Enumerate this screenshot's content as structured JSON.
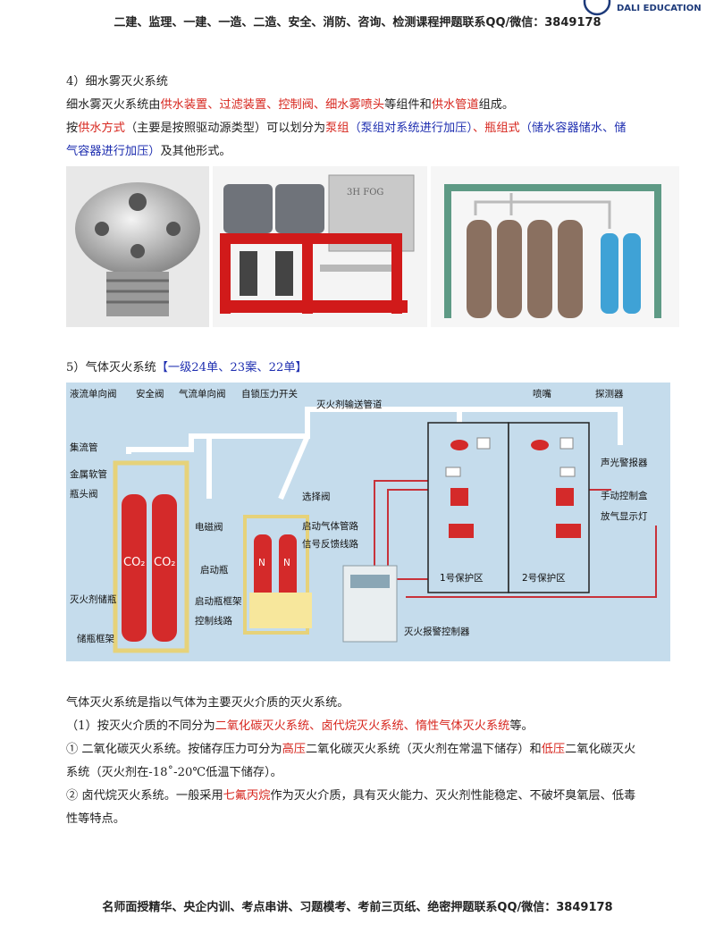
{
  "header": {
    "text": "二建、监理、一建、一造、二造、安全、消防、咨询、检测课程押题联系QQ/微信：3849178",
    "logo_text": "DALI EDUCATION"
  },
  "section4": {
    "title": "4）细水雾灭火系统",
    "line1": {
      "prefix": "细水雾灭火系统由",
      "red1": "供水装置、过滤装置、控制阀、细水雾喷头",
      "mid": "等组件和",
      "red2": "供水管道",
      "suffix": "组成。"
    },
    "line2": {
      "prefix": "按",
      "red1": "供水方式",
      "mid1": "（主要是按照驱动源类型）可以划分为",
      "red2": "泵组",
      "blue1": "（泵组对系统进行加压）",
      "red3": "、瓶组式",
      "blue2": "（储水容器储水、储"
    },
    "line3": {
      "blue": "气容器进行加压）",
      "suffix": "及其他形式。"
    }
  },
  "section5": {
    "title_prefix": "5）气体灭火系统",
    "title_tag": "【一级24单、23案、22单】"
  },
  "diagram_labels": {
    "l1": "液流单向阀",
    "l2": "安全阀",
    "l3": "气流单向阀",
    "l4": "自锁压力开关",
    "l5": "灭火剂输送管道",
    "l6": "喷嘴",
    "l7": "探测器",
    "l8": "集流管",
    "l9": "金属软管",
    "l10": "瓶头阀",
    "l11": "选择阀",
    "l12": "电磁阀",
    "l13": "启动气体管路",
    "l14": "信号反馈线路",
    "l15": "声光警报器",
    "l16": "手动控制盒",
    "l17": "放气显示灯",
    "l18": "启动瓶",
    "l19": "1号保护区",
    "l20": "2号保护区",
    "l21": "灭火剂储瓶",
    "l22": "启动瓶框架",
    "l23": "控制线路",
    "l24": "储瓶框架",
    "l25": "灭火报警控制器",
    "co2": "CO₂",
    "n": "N"
  },
  "body": {
    "p1": "气体灭火系统是指以气体为主要灭火介质的灭火系统。",
    "p2": {
      "prefix": "（1）按灭火介质的不同分为",
      "red": "二氧化碳灭火系统、卤代烷灭火系统、惰性气体灭火系统",
      "suffix": "等。"
    },
    "p3": {
      "prefix": "① 二氧化碳灭火系统。按储存压力可分为",
      "red1": "高压",
      "mid": "二氧化碳灭火系统（灭火剂在常温下储存）和",
      "red2": "低压",
      "suffix": "二氧化碳灭火"
    },
    "p4": "系统（灭火剂在-18˚-20℃低温下储存）。",
    "p5": {
      "prefix": "② 卤代烷灭火系统。一般采用",
      "red": "七氟丙烷",
      "suffix": "作为灭火介质，具有灭火能力、灭火剂性能稳定、不破坏臭氧层、低毒"
    },
    "p6": "性等特点。"
  },
  "footer": {
    "text": "名师面授精华、央企内训、考点串讲、习题模考、考前三页纸、绝密押题联系QQ/微信：3849178"
  },
  "colors": {
    "red": "#d7261e",
    "blue": "#1f2fb0",
    "diagram_bg": "#c5dcec",
    "pipe_red": "#c8323a"
  }
}
